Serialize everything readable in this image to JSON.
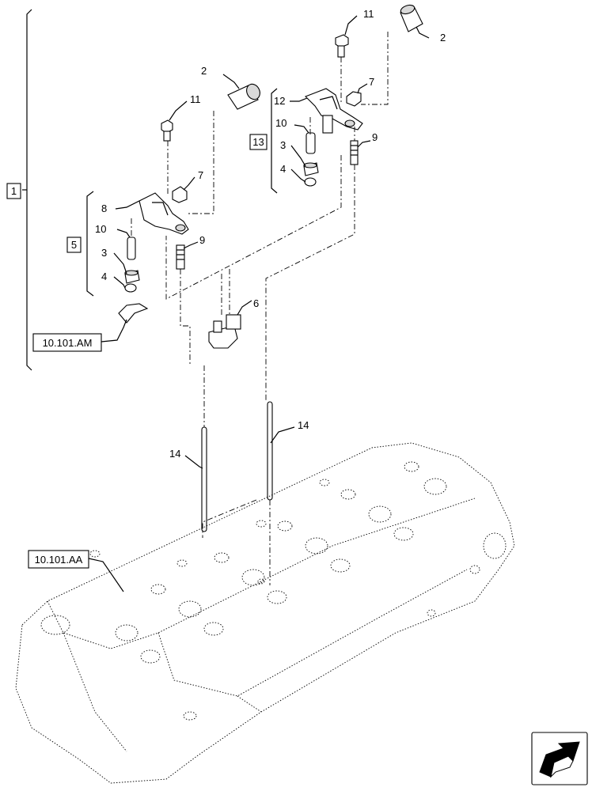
{
  "callouts": {
    "c1": "1",
    "c2a": "2",
    "c2b": "2",
    "c3a": "3",
    "c3b": "3",
    "c4a": "4",
    "c4b": "4",
    "c5": "5",
    "c6": "6",
    "c7a": "7",
    "c7b": "7",
    "c8": "8",
    "c9a": "9",
    "c9b": "9",
    "c10a": "10",
    "c10b": "10",
    "c11a": "11",
    "c11b": "11",
    "c12": "12",
    "c13": "13",
    "c14a": "14",
    "c14b": "14"
  },
  "references": {
    "ref_am": "10.101.AM",
    "ref_aa": "10.101.AA"
  },
  "icons": {
    "nav": "next-page-arrow-icon"
  }
}
